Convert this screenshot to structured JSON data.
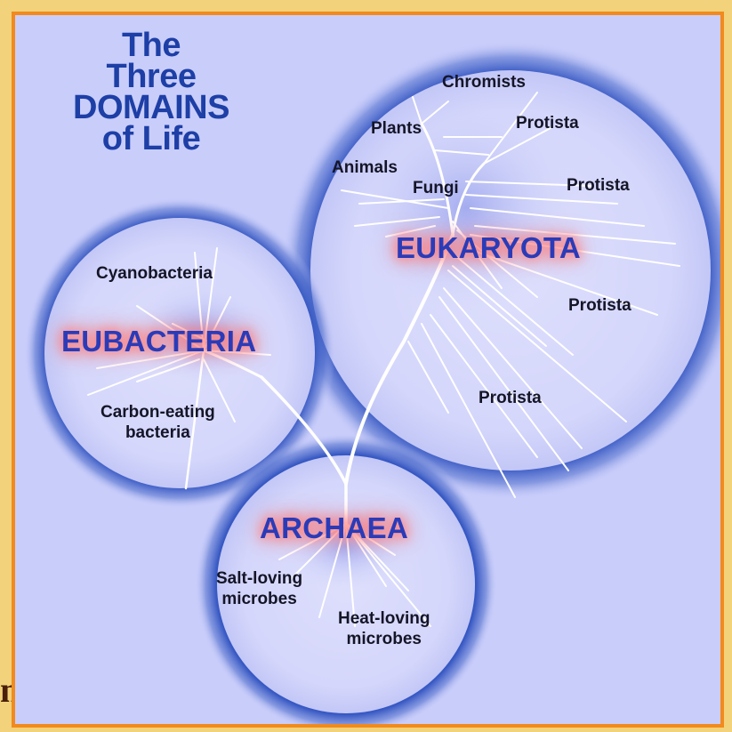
{
  "title": {
    "line1": "The",
    "line2": "Three",
    "line3": "DOMAINS",
    "line4": "of Life"
  },
  "domains": {
    "eukaryota": "EUKARYOTA",
    "eubacteria": "EUBACTERIA",
    "archaea": "ARCHAEA"
  },
  "eukaryota_groups": {
    "chromists": "Chromists",
    "plants": "Plants",
    "protista_1": "Protista",
    "animals": "Animals",
    "fungi": "Fungi",
    "protista_2": "Protista",
    "protista_3": "Protista",
    "protista_4": "Protista"
  },
  "eubacteria_groups": {
    "cyanobacteria": "Cyanobacteria",
    "carbon_line1": "Carbon-eating",
    "carbon_line2": "bacteria"
  },
  "archaea_groups": {
    "salt_line1": "Salt-loving",
    "salt_line2": "microbes",
    "heat_line1": "Heat-loving",
    "heat_line2": "microbes"
  },
  "stray_glyph": "n",
  "colors": {
    "outer_background": "#f2d27a",
    "border": "#f28a1c",
    "panel": "#c9cdfa",
    "circle_fill": "#d6d8fb",
    "circle_halo": "#3f5fc4",
    "title_text": "#1d3fa6",
    "domain_text": "#2a3bb8",
    "domain_glow": "#ff7a7a",
    "label_text": "#151528",
    "branches": "#ffffff"
  }
}
